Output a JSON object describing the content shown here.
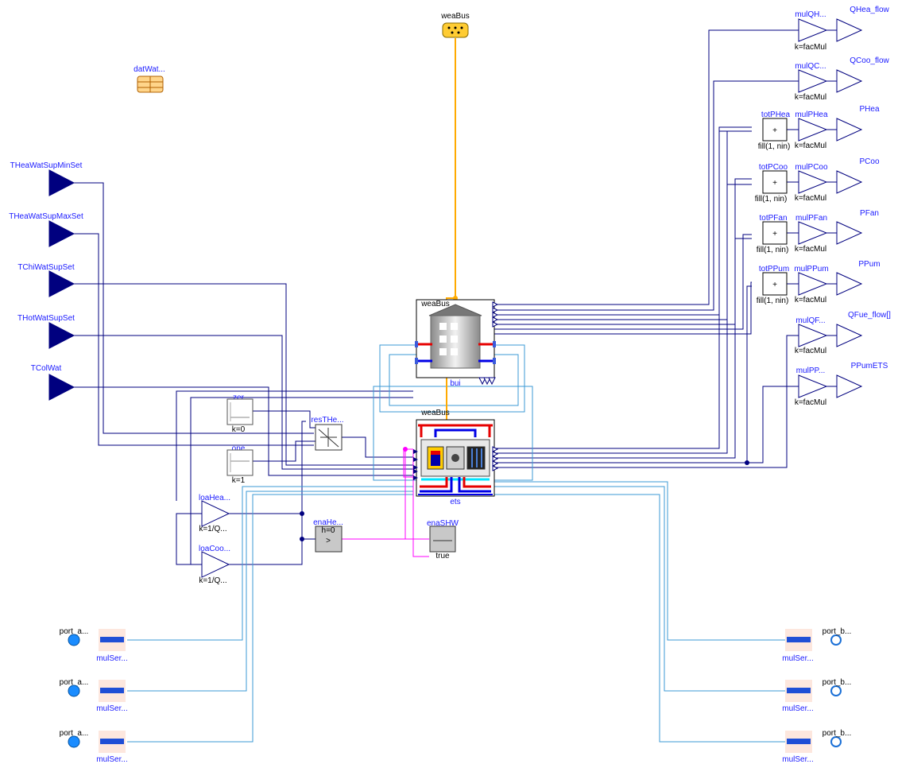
{
  "diagram": {
    "weather_bus": {
      "label": "weaBus"
    },
    "data_record": {
      "label": "datWat..."
    },
    "inputs": [
      {
        "label": "THeaWatSupMinSet"
      },
      {
        "label": "THeaWatSupMaxSet"
      },
      {
        "label": "TChiWatSupSet"
      },
      {
        "label": "THotWatSupSet"
      },
      {
        "label": "TColWat"
      }
    ],
    "outputs": [
      {
        "gain_label": "mulQH...",
        "param": "k=facMul",
        "output_label": "QHea_flow"
      },
      {
        "gain_label": "mulQC...",
        "param": "k=facMul",
        "output_label": "QCoo_flow"
      },
      {
        "sum_label": "totPHea",
        "sum_param": "fill(1, nin)",
        "gain_label": "mulPHea",
        "param": "k=facMul",
        "output_label": "PHea"
      },
      {
        "sum_label": "totPCoo",
        "sum_param": "fill(1, nin)",
        "gain_label": "mulPCoo",
        "param": "k=facMul",
        "output_label": "PCoo"
      },
      {
        "sum_label": "totPFan",
        "sum_param": "fill(1, nin)",
        "gain_label": "mulPFan",
        "param": "k=facMul",
        "output_label": "PFan"
      },
      {
        "sum_label": "totPPum",
        "sum_param": "fill(1, nin)",
        "gain_label": "mulPPum",
        "param": "k=facMul",
        "output_label": "PPum"
      },
      {
        "gain_label": "mulQF...",
        "param": "k=facMul",
        "output_label": "QFue_flow[]"
      },
      {
        "gain_label": "mulPP...",
        "param": "k=facMul",
        "output_label": "PPumETS"
      }
    ],
    "building": {
      "bus_label": "weaBus",
      "name": "bui"
    },
    "ets": {
      "bus_label": "weaBus",
      "name": "ets"
    },
    "zer": {
      "name": "zer",
      "param": "k=0"
    },
    "one": {
      "name": "one",
      "param": "k=1"
    },
    "resTHe": {
      "name": "resTHe..."
    },
    "loaHea": {
      "name": "loaHea...",
      "param": "k=1/Q..."
    },
    "loaCoo": {
      "name": "loaCoo...",
      "param": "k=1/Q..."
    },
    "enaHe": {
      "name": "enaHe...",
      "param": "h=0",
      "symbol": ">"
    },
    "enaSHW": {
      "name": "enaSHW",
      "param": "true"
    },
    "ports_a": [
      {
        "label": "port_a...",
        "mul_label": "mulSer..."
      },
      {
        "label": "port_a...",
        "mul_label": "mulSer..."
      },
      {
        "label": "port_a...",
        "mul_label": "mulSer..."
      }
    ],
    "ports_b": [
      {
        "label": "port_b...",
        "mul_label": "mulSer..."
      },
      {
        "label": "port_b...",
        "mul_label": "mulSer..."
      },
      {
        "label": "port_b...",
        "mul_label": "mulSer..."
      }
    ],
    "sum_symbol": "+",
    "colors": {
      "signal": "#00007f",
      "label": "#1a1aff",
      "fluid": "#3b9ad6",
      "weather": "#ffaa00",
      "boolean": "#ff00ff",
      "hot": "#e60000",
      "cold": "#0000e6"
    }
  }
}
